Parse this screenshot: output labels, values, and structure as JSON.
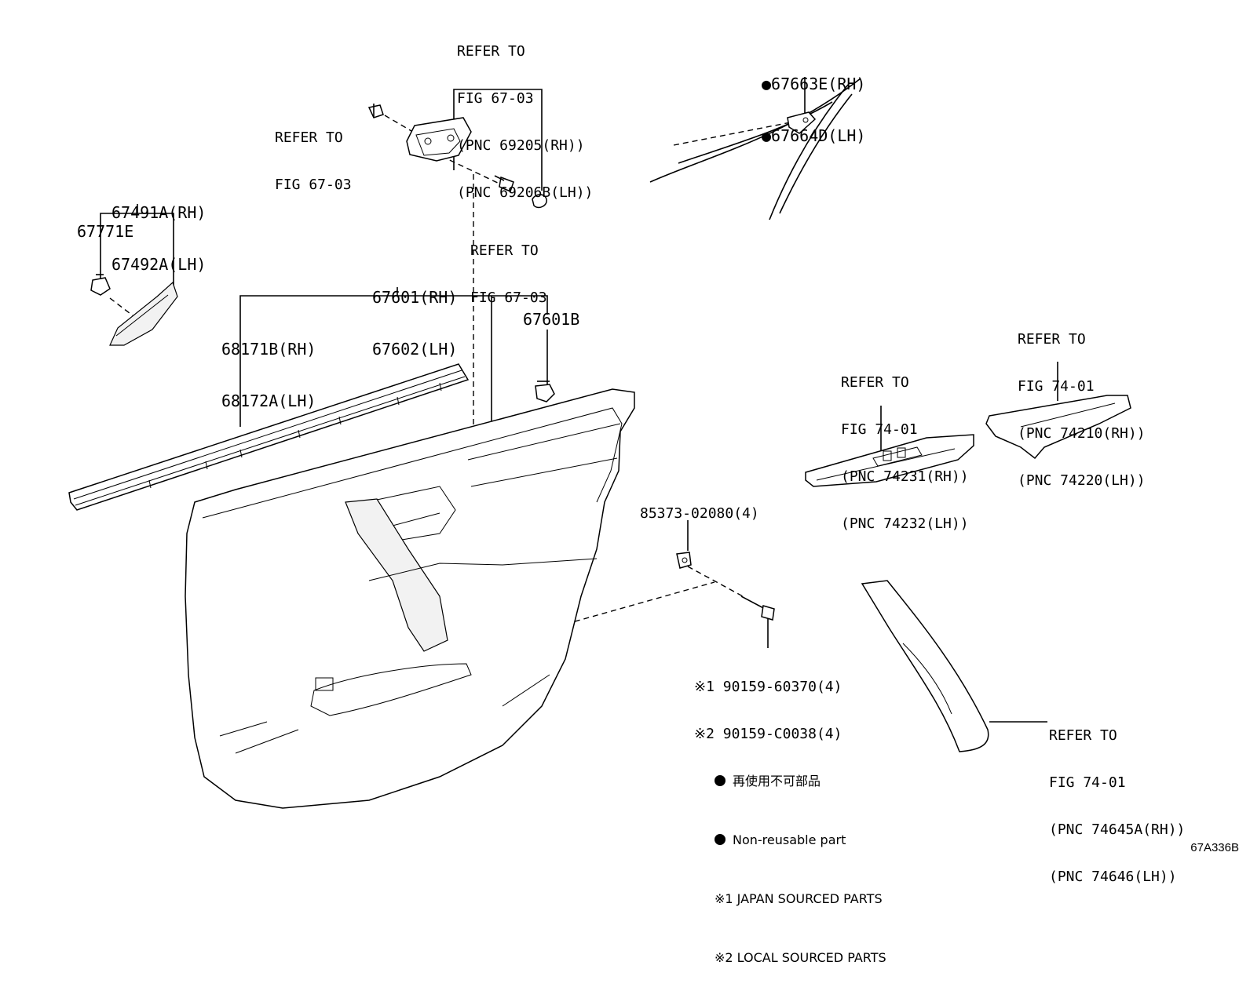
{
  "labels": {
    "refer_handle_lines": [
      "REFER TO",
      "FIG 67-03",
      "(PNC 69205(RH))",
      "(PNC 69206B(LH))"
    ],
    "refer_clip_lines": [
      "REFER TO",
      "FIG 67-03"
    ],
    "refer_screw_lines": [
      "REFER TO",
      "FIG 67-03"
    ],
    "part_67663_lines": [
      "●67663E(RH)",
      "●67664D(LH)"
    ],
    "part_67491_lines": [
      "67491A(RH)",
      "67492A(LH)"
    ],
    "part_67771": "67771E",
    "part_67601_lines": [
      "67601(RH)",
      "67602(LH)"
    ],
    "part_68171_lines": [
      "68171B(RH)",
      "68172A(LH)"
    ],
    "part_67601b": "67601B",
    "refer_switch_lines": [
      "REFER TO",
      "FIG 74-01",
      "(PNC 74231(RH))",
      "(PNC 74232(LH))"
    ],
    "refer_panel_lines": [
      "REFER TO",
      "FIG 74-01",
      "(PNC 74210(RH))",
      "(PNC 74220(LH))"
    ],
    "part_85373": "85373-02080(4)",
    "part_90159_lines": [
      "※1 90159-60370(4)",
      "※2 90159-C0038(4)"
    ],
    "refer_armrest_lines": [
      "REFER TO",
      "FIG 74-01",
      "(PNC 74645A(RH))",
      "(PNC 74646(LH))"
    ]
  },
  "legend": {
    "line1": "再使用不可部品",
    "line2": "Non-reusable part",
    "line3": "※1 JAPAN SOURCED PARTS",
    "line4": "※2 LOCAL SOURCED PARTS"
  },
  "figure_id": "67A336B"
}
